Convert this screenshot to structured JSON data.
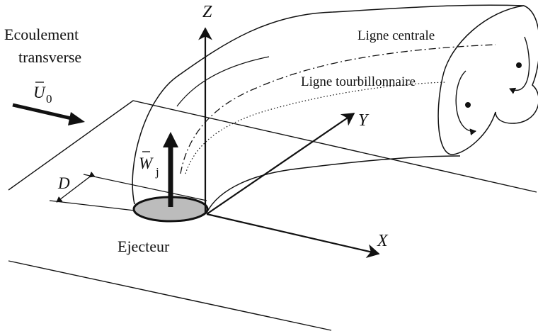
{
  "labels": {
    "crossflow_line1": "Ecoulement",
    "crossflow_line2": "transverse",
    "u0_symbol": "U",
    "u0_subscript": "0",
    "wj_symbol": "W",
    "wj_subscript": "j",
    "diameter": "D",
    "ejector": "Ejecteur",
    "centerline": "Ligne centrale",
    "vortex_line": "Ligne tourbillonnaire",
    "axis_x": "X",
    "axis_y": "Y",
    "axis_z": "Z"
  }
}
